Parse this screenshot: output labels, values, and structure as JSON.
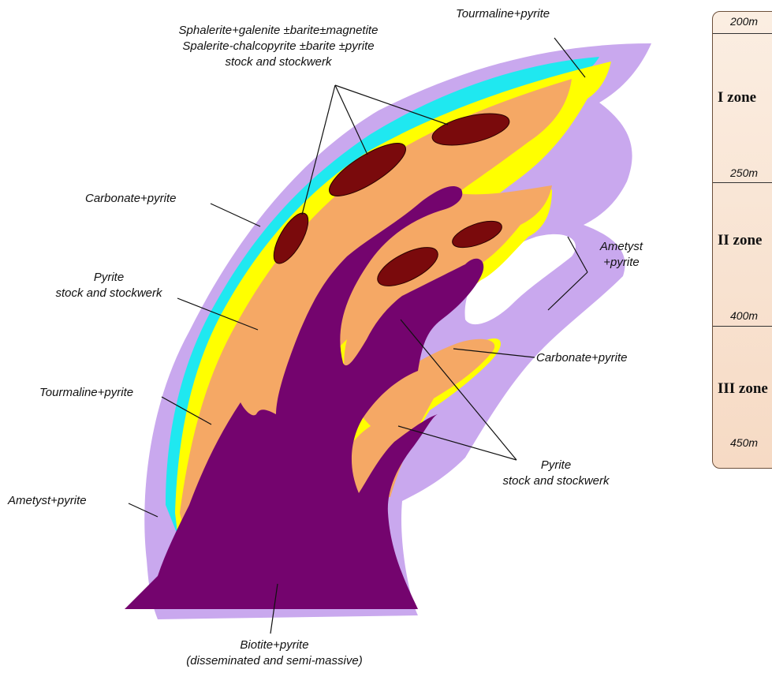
{
  "labels": {
    "ore_lenses": [
      "Sphalerite+galenite ±barite±magnetite",
      "Spalerite-chalcopyrite ±barite ±pyrite",
      "stock and stockwerk"
    ],
    "tourmaline_top": "Tourmaline+pyrite",
    "carbonate_left": "Carbonate+pyrite",
    "pyrite_left": [
      "Pyrite",
      "stock and stockwerk"
    ],
    "tourmaline_left": "Tourmaline+pyrite",
    "ametyst_left": "Ametyst+pyrite",
    "ametyst_right": [
      "Ametyst",
      "+pyrite"
    ],
    "carbonate_right": "Carbonate+pyrite",
    "pyrite_right": [
      "Pyrite",
      "stock and stockwerk"
    ],
    "biotite": [
      "Biotite+pyrite",
      "(disseminated and semi-massive)"
    ]
  },
  "scale": {
    "depths": [
      "200m",
      "250m",
      "400m",
      "450m"
    ],
    "zones": [
      "I zone",
      "II zone",
      "III zone"
    ]
  },
  "colors": {
    "biotite": "#74046e",
    "pyrite_stockwerk": "#f5a865",
    "tourmaline": "#ffff00",
    "carbonate": "#1fe8f0",
    "ametyst": "#c9a8ee",
    "ore_lens": "#7a0a0c"
  }
}
